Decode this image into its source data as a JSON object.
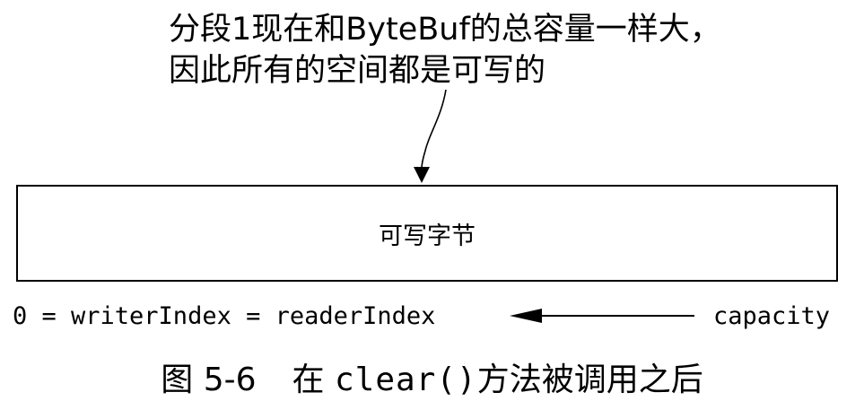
{
  "callout": {
    "line1": "分段1现在和ByteBuf的总容量一样大，",
    "line2": "因此所有的空间都是可写的"
  },
  "buffer": {
    "segment_label": "可写字节"
  },
  "indices": {
    "left_label": "0 = writerIndex = readerIndex",
    "right_label": "capacity"
  },
  "caption": {
    "figure_number": "图 5-6",
    "prefix": "在",
    "method": "clear()",
    "suffix": "方法被调用之后"
  }
}
